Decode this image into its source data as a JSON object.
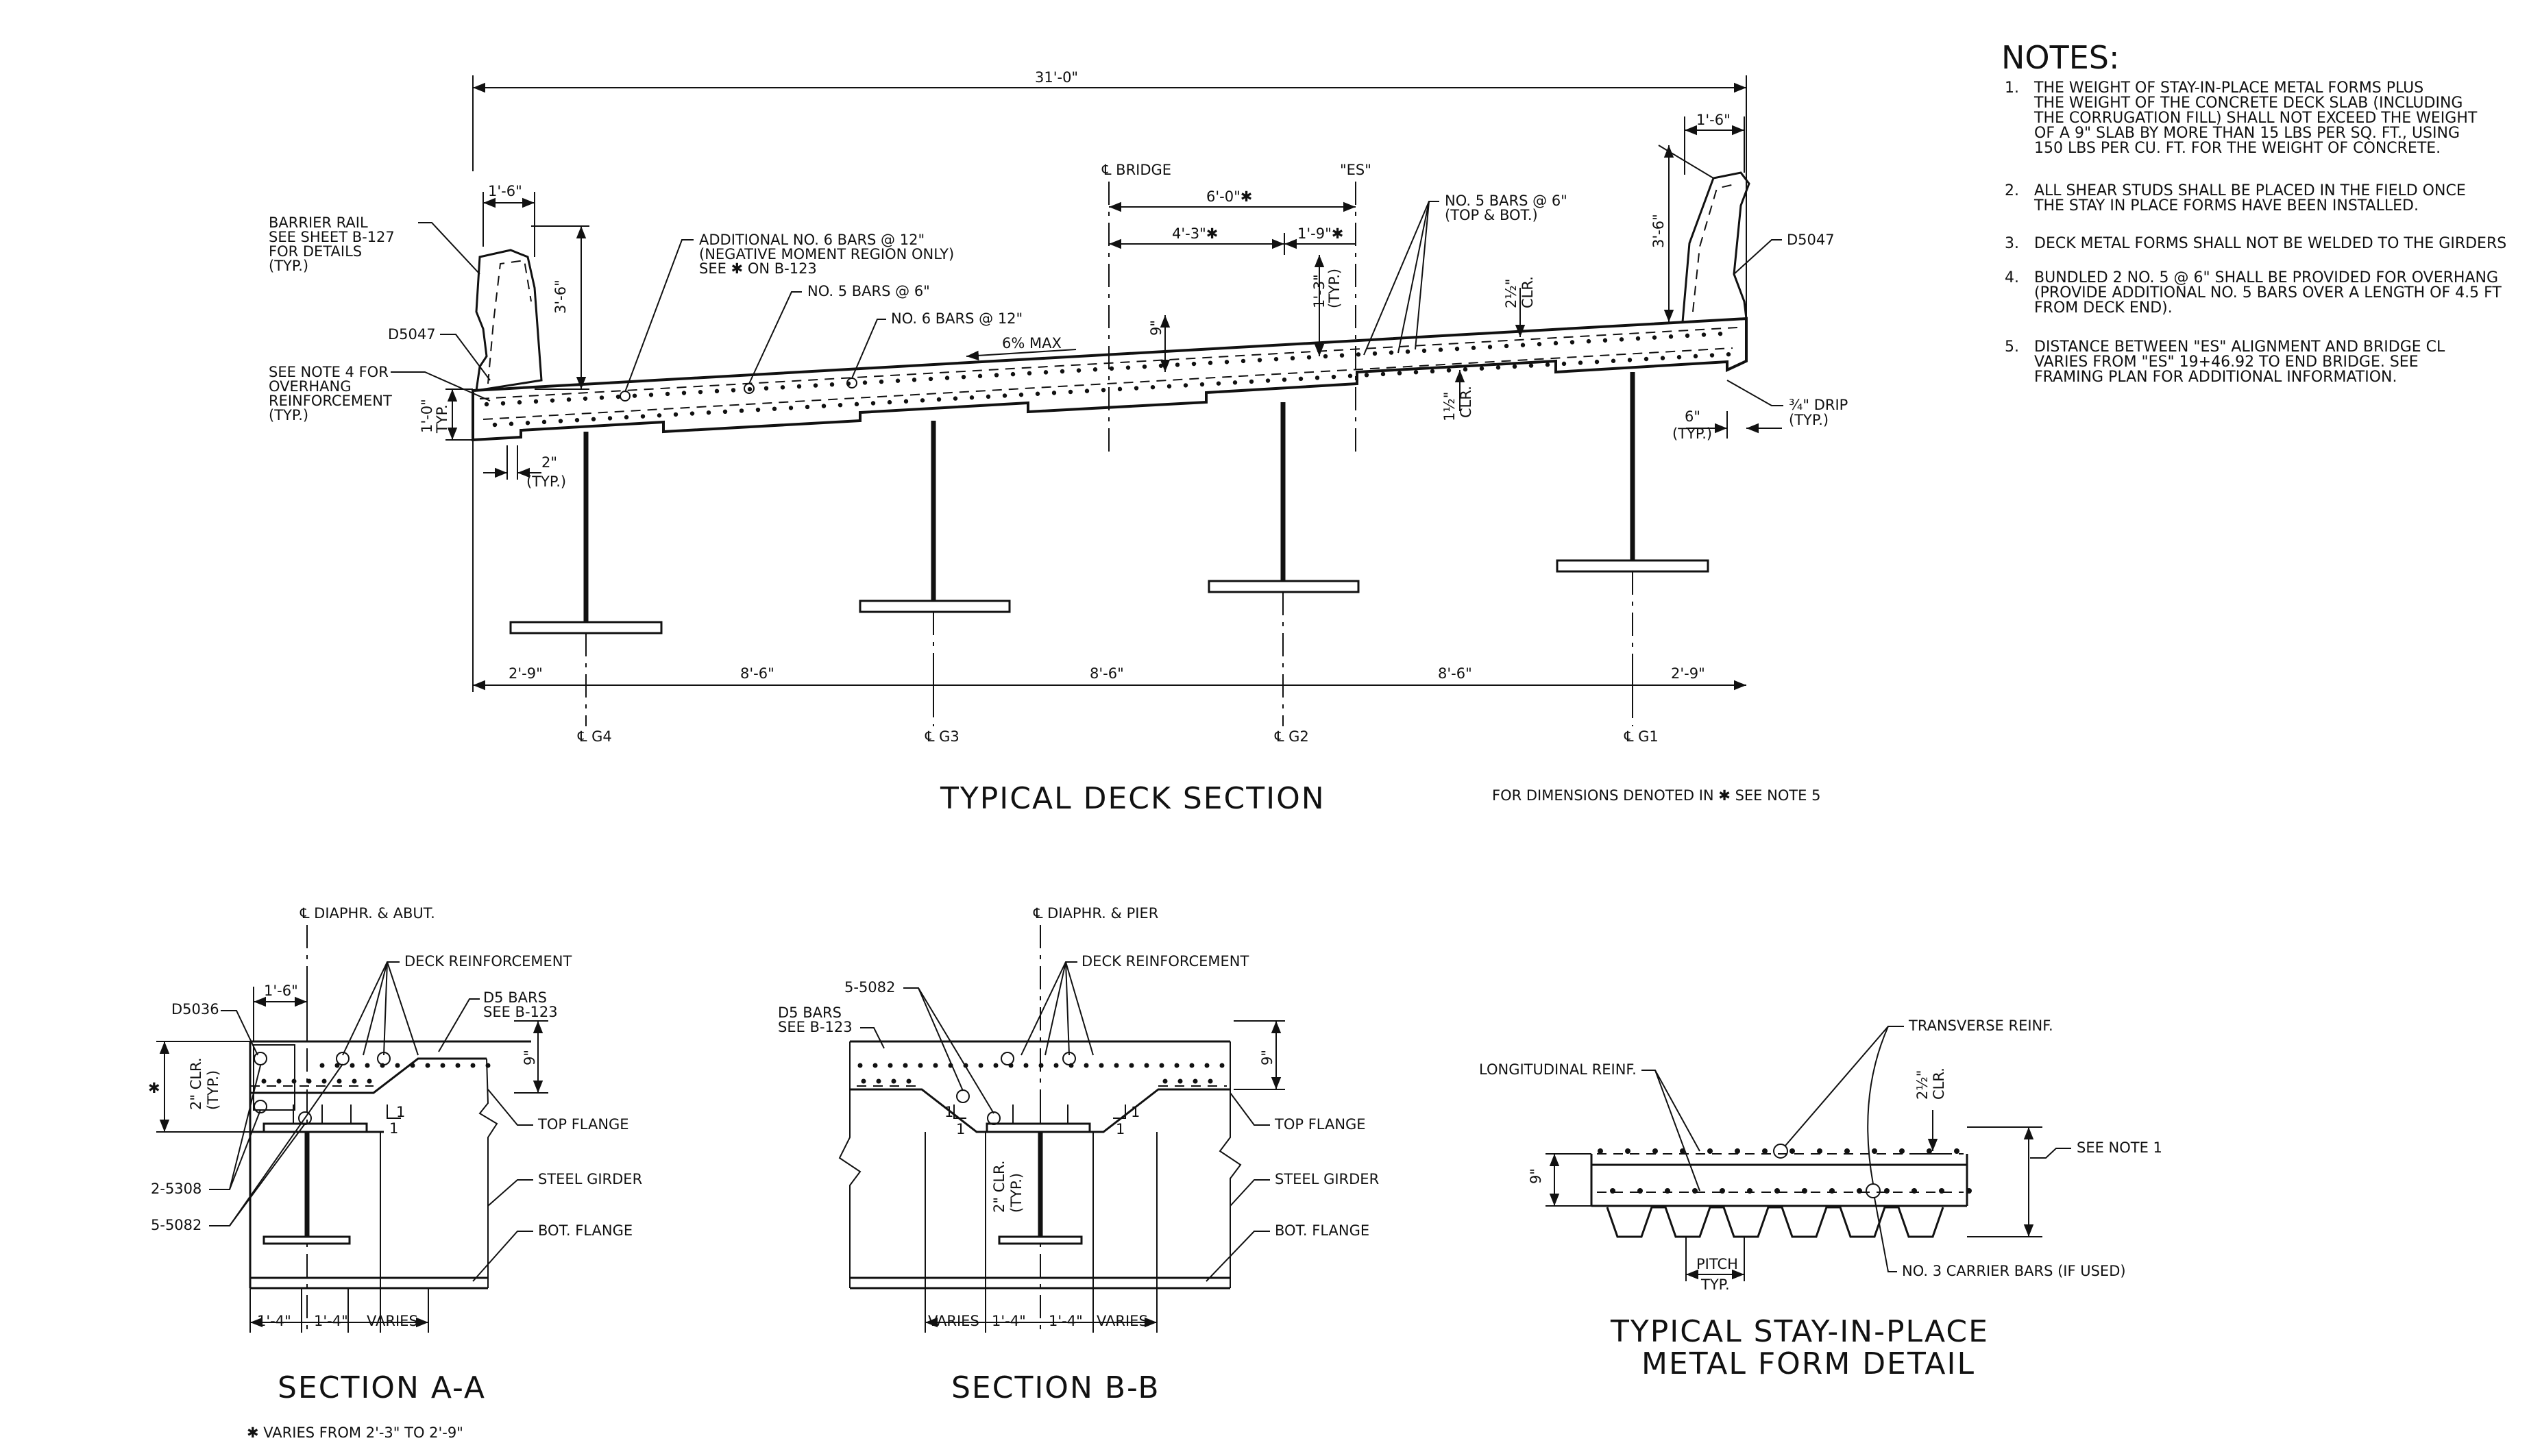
{
  "deck_section": {
    "title": "TYPICAL DECK SECTION",
    "note_ref": "FOR DIMENSIONS DENOTED IN ✱ SEE NOTE 5",
    "overall_width": "31'-0\"",
    "bridge_cl": "℄ BRIDGE",
    "es_label": "\"ES\"",
    "dim_6_0": "6'-0\"✱",
    "dim_4_3": "4'-3\"✱",
    "dim_1_9": "1'-9\"✱",
    "dim_1_3": "1'-3\"",
    "dim_1_3_typ": "(TYP.)",
    "dim_9": "9\"",
    "slope": "6% MAX",
    "barrier_left_w": "1'-6\"",
    "barrier_left_h": "3'-6\"",
    "barrier_right_w": "1'-6\"",
    "barrier_right_h": "3'-6\"",
    "barrier_rail_note": [
      "BARRIER RAIL",
      "SEE SHEET B-127",
      "FOR DETAILS",
      "(TYP.)"
    ],
    "d5047_left": "D5047",
    "d5047_right": "D5047",
    "overhang_note": [
      "SEE NOTE 4 FOR",
      "OVERHANG",
      "REINFORCEMENT",
      "(TYP.)"
    ],
    "dim_1_0": "1'-0\"",
    "dim_1_0_typ": "TYP.",
    "dim_2": "2\"",
    "dim_2_typ": "(TYP.)",
    "add_bars_note": [
      "ADDITIONAL NO. 6 BARS @ 12\"",
      "(NEGATIVE MOMENT REGION ONLY)",
      "SEE ✱ ON B-123"
    ],
    "no5_bars": "NO. 5 BARS @ 6\"",
    "no6_bars": "NO. 6 BARS @ 12\"",
    "no5_top_bot": [
      "NO. 5 BARS @ 6\"",
      "(TOP & BOT.)"
    ],
    "clr_2half": "2½\"",
    "clr_2half_lbl": "CLR.",
    "clr_1half": "1½\"",
    "clr_1half_lbl": "CLR.",
    "drip": "¾\" DRIP",
    "drip_typ": "(TYP.)",
    "dim_6": "6\"",
    "dim_6_typ": "(TYP.)",
    "spacing": [
      "2'-9\"",
      "8'-6\"",
      "8'-6\"",
      "8'-6\"",
      "2'-9\""
    ],
    "girders": [
      "℄ G4",
      "℄ G3",
      "℄ G2",
      "℄ G1"
    ]
  },
  "notes": {
    "heading": "NOTES:",
    "items": [
      {
        "num": "1.",
        "lines": [
          "THE WEIGHT OF STAY-IN-PLACE METAL FORMS PLUS",
          "THE WEIGHT OF THE CONCRETE DECK SLAB (INCLUDING",
          "THE CORRUGATION FILL) SHALL NOT EXCEED THE WEIGHT",
          "OF A 9\" SLAB BY MORE THAN 15 LBS PER SQ. FT., USING",
          "150 LBS PER CU. FT. FOR THE WEIGHT OF CONCRETE."
        ]
      },
      {
        "num": "2.",
        "lines": [
          "ALL SHEAR STUDS SHALL BE PLACED IN THE FIELD ONCE",
          "THE STAY IN PLACE FORMS HAVE BEEN INSTALLED."
        ]
      },
      {
        "num": "3.",
        "lines": [
          "DECK METAL FORMS SHALL NOT BE WELDED TO THE GIRDERS"
        ]
      },
      {
        "num": "4.",
        "lines": [
          "BUNDLED 2 NO. 5 @ 6\" SHALL BE PROVIDED FOR OVERHANG",
          "(PROVIDE ADDITIONAL NO. 5 BARS OVER A LENGTH OF 4.5 FT",
          "FROM DECK END)."
        ]
      },
      {
        "num": "5.",
        "lines": [
          "DISTANCE BETWEEN \"ES\" ALIGNMENT AND BRIDGE CL",
          "VARIES FROM \"ES\" 19+46.92 TO END BRIDGE. SEE",
          "FRAMING PLAN FOR ADDITIONAL INFORMATION."
        ]
      }
    ]
  },
  "section_aa": {
    "title": "SECTION A-A",
    "cl": "℄ DIAPHR. & ABUT.",
    "deck_reinf": "DECK REINFORCEMENT",
    "d5_bars": [
      "D5 BARS",
      "SEE B-123"
    ],
    "d5036": "D5036",
    "dim_1_6": "1'-6\"",
    "dim_9": "9\"",
    "star": "✱",
    "clr_2": "2\" CLR.",
    "clr_typ": "(TYP.)",
    "slope_1": "1",
    "slope_2": "1",
    "top_flange": "TOP FLANGE",
    "steel_girder": "STEEL GIRDER",
    "bot_flange": "BOT. FLANGE",
    "bars_2_5308": "2-5308",
    "bars_5_5082": "5-5082",
    "bottom_dims": [
      "1'-4\"",
      "1'-4\"",
      "VARIES"
    ],
    "footnote": "✱ VARIES FROM 2'-3\" TO 2'-9\""
  },
  "section_bb": {
    "title": "SECTION B-B",
    "cl": "℄ DIAPHR. & PIER",
    "deck_reinf": "DECK REINFORCEMENT",
    "bars_5_5082": "5-5082",
    "d5_bars": [
      "D5 BARS",
      "SEE B-123"
    ],
    "dim_9": "9\"",
    "clr_2": "2\" CLR.",
    "clr_typ": "(TYP.)",
    "slope_l1": "1",
    "slope_l2": "1",
    "slope_r1": "1",
    "slope_r2": "1",
    "top_flange": "TOP FLANGE",
    "steel_girder": "STEEL GIRDER",
    "bot_flange": "BOT. FLANGE",
    "bottom_dims": [
      "VARIES",
      "1'-4\"",
      "1'-4\"",
      "VARIES"
    ]
  },
  "sip_detail": {
    "title_1": "TYPICAL STAY-IN-PLACE",
    "title_2": "METAL FORM DETAIL",
    "transverse": "TRANSVERSE REINF.",
    "longitudinal": "LONGITUDINAL REINF.",
    "clr": "2½\"",
    "clr_lbl": "CLR.",
    "dim_9": "9\"",
    "see_note": "SEE NOTE 1",
    "pitch": "PITCH",
    "pitch_typ": "TYP.",
    "carrier": "NO. 3 CARRIER BARS (IF USED)"
  }
}
